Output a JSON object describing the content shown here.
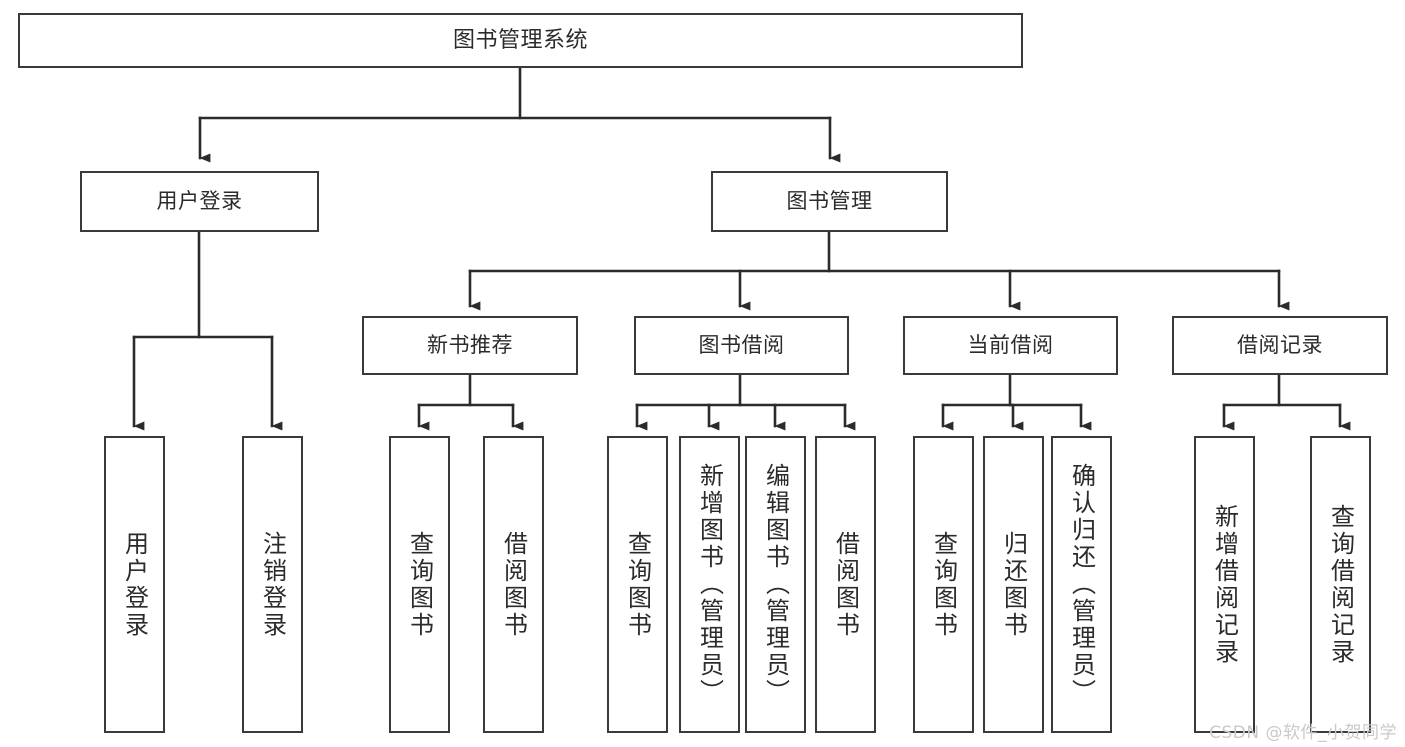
{
  "diagram": {
    "title": "图书管理系统",
    "type": "tree",
    "watermark": "CSDN @软件_小贺同学",
    "colors": {
      "box_border": "#3a3a3a",
      "box_fill": "#ffffff",
      "line": "#2b2b2b",
      "text": "#2b2b2b",
      "watermark": "#c9c9c9"
    },
    "nodes": {
      "root": {
        "label": "图书管理系统"
      },
      "level1": [
        {
          "id": "user-login",
          "label": "用户登录"
        },
        {
          "id": "book-manage",
          "label": "图书管理"
        }
      ],
      "level2": [
        {
          "id": "new-book-recommend",
          "label": "新书推荐"
        },
        {
          "id": "book-borrow",
          "label": "图书借阅"
        },
        {
          "id": "current-borrow",
          "label": "当前借阅"
        },
        {
          "id": "borrow-record",
          "label": "借阅记录"
        }
      ],
      "leaves": [
        {
          "id": "leaf-user-login",
          "label": "用户登录",
          "parent": "user-login"
        },
        {
          "id": "leaf-user-logout",
          "label": "注销登录",
          "parent": "user-login"
        },
        {
          "id": "leaf-query-book-1",
          "label": "查询图书",
          "parent": "new-book-recommend"
        },
        {
          "id": "leaf-borrow-book-1",
          "label": "借阅图书",
          "parent": "new-book-recommend"
        },
        {
          "id": "leaf-query-book-2",
          "label": "查询图书",
          "parent": "book-borrow"
        },
        {
          "id": "leaf-add-book",
          "label": "新增图书（管理员）",
          "parent": "book-borrow"
        },
        {
          "id": "leaf-edit-book",
          "label": "编辑图书（管理员）",
          "parent": "book-borrow"
        },
        {
          "id": "leaf-borrow-book-2",
          "label": "借阅图书",
          "parent": "book-borrow"
        },
        {
          "id": "leaf-query-book-3",
          "label": "查询图书",
          "parent": "current-borrow"
        },
        {
          "id": "leaf-return-book",
          "label": "归还图书",
          "parent": "current-borrow"
        },
        {
          "id": "leaf-confirm-return",
          "label": "确认归还（管理员）",
          "parent": "current-borrow"
        },
        {
          "id": "leaf-add-borrow-record",
          "label": "新增借阅记录",
          "parent": "borrow-record"
        },
        {
          "id": "leaf-query-borrow-record",
          "label": "查询借阅记录",
          "parent": "borrow-record"
        }
      ]
    }
  }
}
